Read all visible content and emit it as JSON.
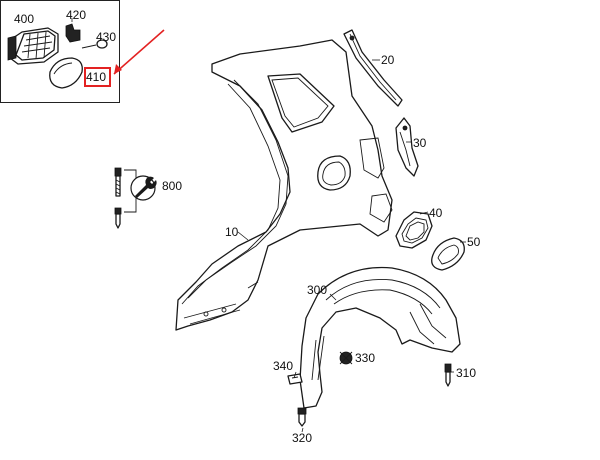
{
  "accent_color": "#e32222",
  "callouts": {
    "c400": "400",
    "c420": "420",
    "c430": "430",
    "c410": "410",
    "c20": "20",
    "c30": "30",
    "c40": "40",
    "c50": "50",
    "c10": "10",
    "c800": "800",
    "c300": "300",
    "c330": "330",
    "c340": "340",
    "c310": "310",
    "c320": "320"
  },
  "icons": {
    "wrench": "wrench-icon",
    "arrow": "red-pointer-arrow"
  }
}
